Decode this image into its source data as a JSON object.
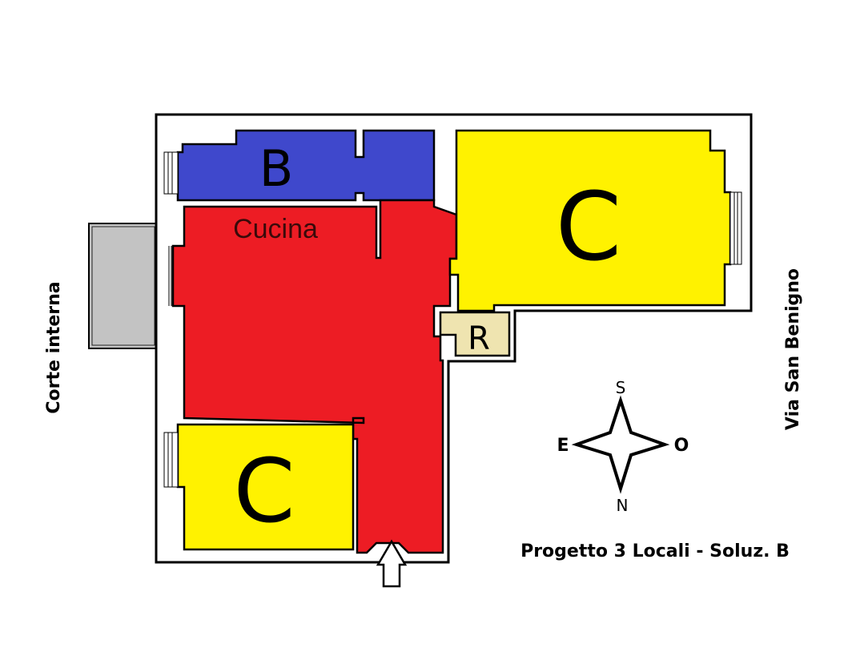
{
  "colors": {
    "bathroom": "#3f48cc",
    "kitchen": "#ed1c24",
    "bedroom": "#fff200",
    "storage": "#efe4b0",
    "balcony": "#c3c3c3",
    "wall": "#000000"
  },
  "rooms": {
    "bathroom_label": "B",
    "kitchen_label": "Cucina",
    "bedroom_large_label": "C",
    "bedroom_small_label": "C",
    "storage_label": "R"
  },
  "sides": {
    "left_label": "Corte interna",
    "right_label": "Via San Benigno"
  },
  "compass": {
    "north": "N",
    "south": "S",
    "east": "E",
    "west": "O"
  },
  "entrance_icon": "arrow-up-icon",
  "caption": "Progetto 3 Locali - Soluz. B"
}
